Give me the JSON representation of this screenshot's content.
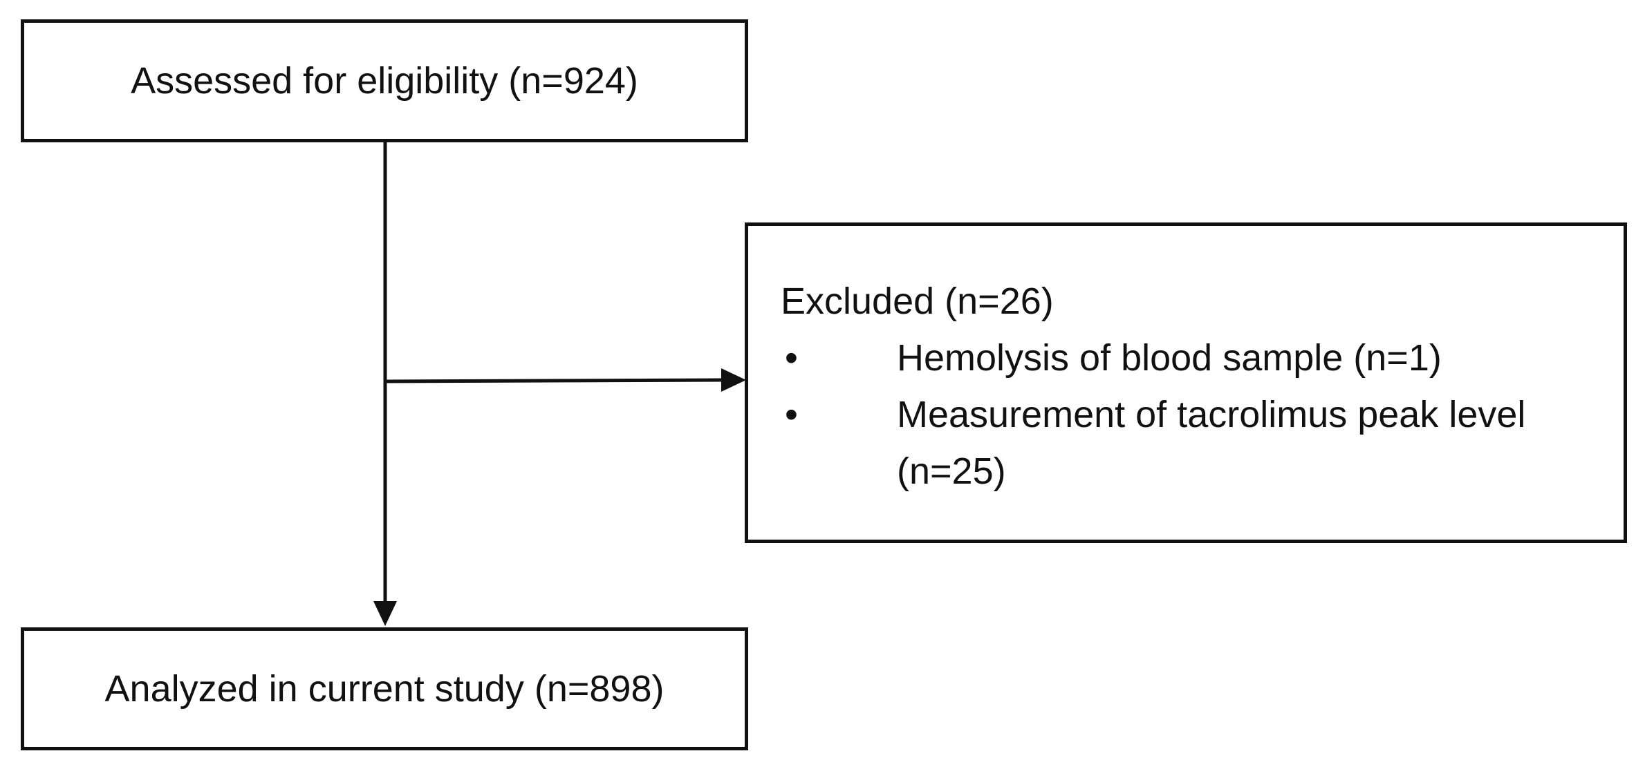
{
  "flowchart": {
    "assessed": {
      "label": "Assessed for eligibility (n=924)"
    },
    "excluded": {
      "title": "Excluded (n=26)",
      "reasons": [
        "Hemolysis of blood sample (n=1)",
        "Measurement of tacrolimus peak level (n=25)"
      ],
      "bullet": "•"
    },
    "analyzed": {
      "label": "Analyzed in current study (n=898)"
    }
  }
}
